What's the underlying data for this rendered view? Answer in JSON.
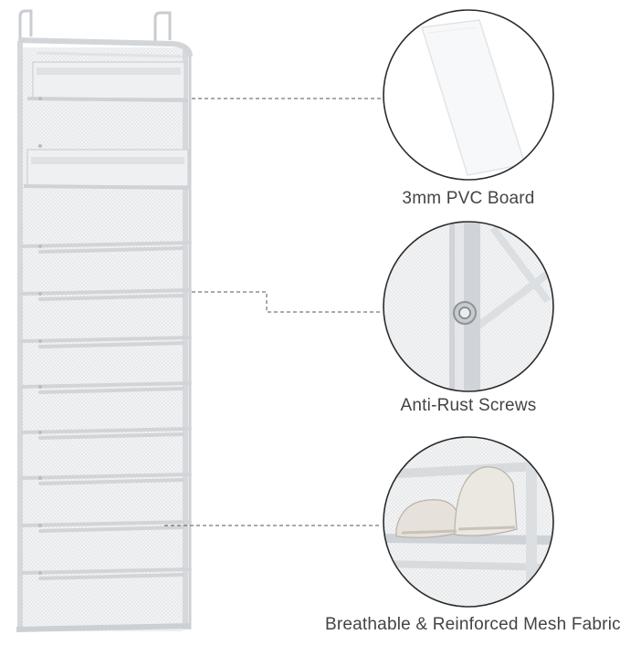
{
  "features": [
    {
      "label": "3mm PVC Board",
      "icon": "pvc-board-closeup"
    },
    {
      "label": "Anti-Rust Screws",
      "icon": "screw-closeup"
    },
    {
      "label": "Breathable & Reinforced Mesh Fabric",
      "icon": "mesh-shelf-closeup"
    }
  ],
  "colors": {
    "frame": "#d8dadd",
    "frame_shadow": "#bfc2c6",
    "circle_border": "#2b2b2b",
    "dashed_line": "#555555",
    "caption_text": "#444444"
  }
}
